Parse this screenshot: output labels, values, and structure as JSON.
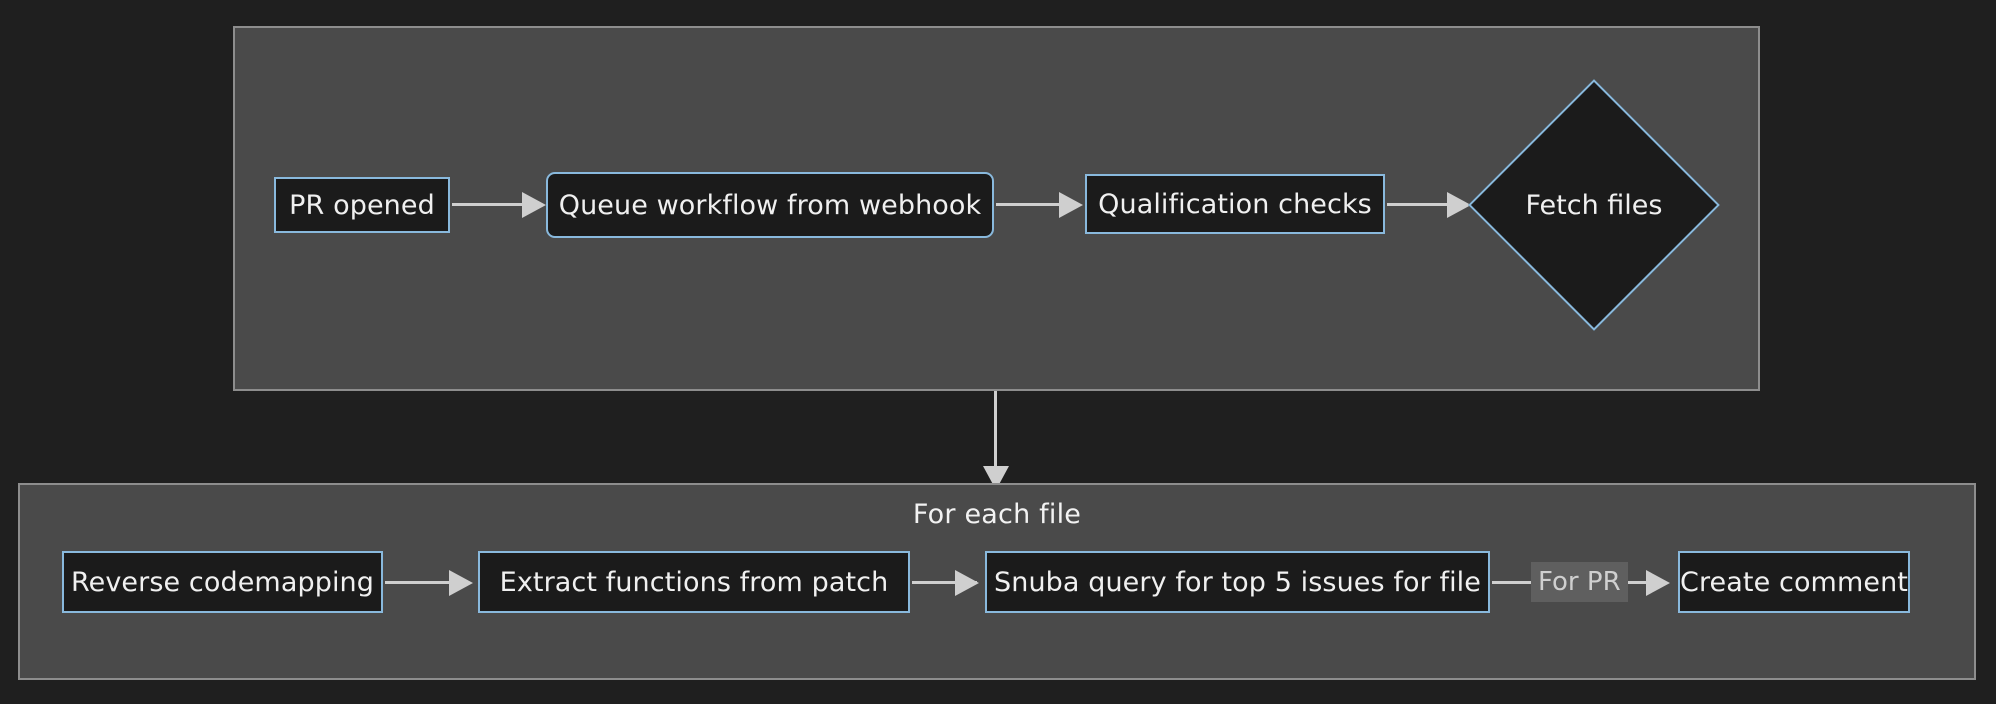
{
  "diagram": {
    "type": "flowchart",
    "direction": "left-to-right",
    "background_color": "#1f1f1f",
    "node_fill_color": "#1b1b1b",
    "node_border_color": "#89b9dd",
    "subgraph_fill_color": "#4a4a4a",
    "subgraph_border_color": "#8d8d8d",
    "edge_color": "#cfcfcf",
    "text_color": "#f0f0f0"
  },
  "subgraphs": [
    {
      "id": "top",
      "title": ""
    },
    {
      "id": "bottom",
      "title": "For each file"
    }
  ],
  "nodes": [
    {
      "id": "pr-opened",
      "label": "PR opened",
      "shape": "rectangle",
      "group": "top"
    },
    {
      "id": "queue-workflow",
      "label": "Queue workflow from webhook",
      "shape": "rounded-rectangle",
      "group": "top"
    },
    {
      "id": "qualification-checks",
      "label": "Qualification checks",
      "shape": "rectangle",
      "group": "top"
    },
    {
      "id": "fetch-files",
      "label": "Fetch files",
      "shape": "diamond",
      "group": "top"
    },
    {
      "id": "reverse-codemapping",
      "label": "Reverse codemapping",
      "shape": "rectangle",
      "group": "bottom"
    },
    {
      "id": "extract-functions",
      "label": "Extract functions from patch",
      "shape": "rectangle",
      "group": "bottom"
    },
    {
      "id": "snuba-query",
      "label": "Snuba query for top 5 issues for file",
      "shape": "rectangle",
      "group": "bottom"
    },
    {
      "id": "create-comment",
      "label": "Create comment",
      "shape": "rectangle",
      "group": "bottom"
    }
  ],
  "edges": [
    {
      "from": "pr-opened",
      "to": "queue-workflow",
      "label": ""
    },
    {
      "from": "queue-workflow",
      "to": "qualification-checks",
      "label": ""
    },
    {
      "from": "qualification-checks",
      "to": "fetch-files",
      "label": ""
    },
    {
      "from": "top",
      "to": "bottom",
      "label": ""
    },
    {
      "from": "reverse-codemapping",
      "to": "extract-functions",
      "label": ""
    },
    {
      "from": "extract-functions",
      "to": "snuba-query",
      "label": ""
    },
    {
      "from": "snuba-query",
      "to": "create-comment",
      "label": "For PR"
    }
  ],
  "labels": {
    "for_each_file": "For each file",
    "for_pr": "For PR"
  }
}
